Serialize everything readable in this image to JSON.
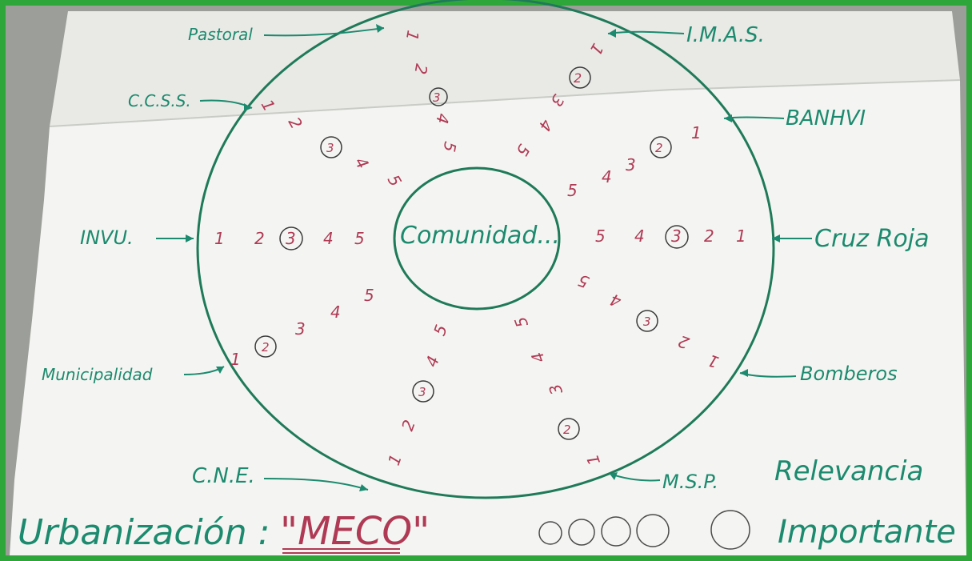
{
  "center_label": "Comunidad...",
  "institutions": {
    "pastoral": "Pastoral",
    "imas": "I.M.A.S.",
    "ccss": "C.C.S.S.",
    "banhvi": "BANHVI",
    "invu": "INVU.",
    "cruz_roja": "Cruz Roja",
    "municipalidad": "Municipalidad",
    "bomberos": "Bomberos",
    "cne": "C.N.E.",
    "msp": "M.S.P."
  },
  "scale": {
    "n1": "1",
    "n2": "2",
    "n3": "3",
    "n4": "4",
    "n5": "5"
  },
  "footer": {
    "urbanizacion": "Urbanización :",
    "name": "\"MECO\"",
    "relevancia": "Relevancia",
    "importante": "Importante"
  },
  "colors": {
    "frame": "#2fa63a",
    "ink_green": "#1c8a6e",
    "ink_red": "#b03a55",
    "paper": "#f4f5f2"
  }
}
